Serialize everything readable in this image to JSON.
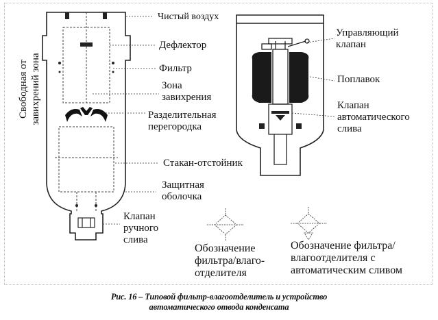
{
  "labels": {
    "clean_air": "Чистый воздух",
    "deflector": "Дефлектор",
    "filter": "Фильтр",
    "swirl_zone": "Зона\nзавихрения",
    "separator": "Разделительная\nперегородка",
    "bowl": "Стакан-отстойник",
    "guard": "Защитная\nоболочка",
    "manual_drain": "Клапан\nручного\nслива",
    "quiet_zone_line1": "Свободная от",
    "quiet_zone_line2": "завихрений зона",
    "control_valve": "Управляющий\nклапан",
    "float": "Поплавок",
    "auto_drain": "Клапан\nавтоматического\nслива",
    "symbol_filter": "Обозначение\nфильтра/влаго-\nотделителя",
    "symbol_auto": "Обозначение фильтра/\nвлагоотделителя с\nавтоматическим сливом"
  },
  "caption": {
    "line1": "Рис. 16 – Типовой фильтр-влагоотделитель и устройство",
    "line2": "автоматического отвода конденсата"
  }
}
